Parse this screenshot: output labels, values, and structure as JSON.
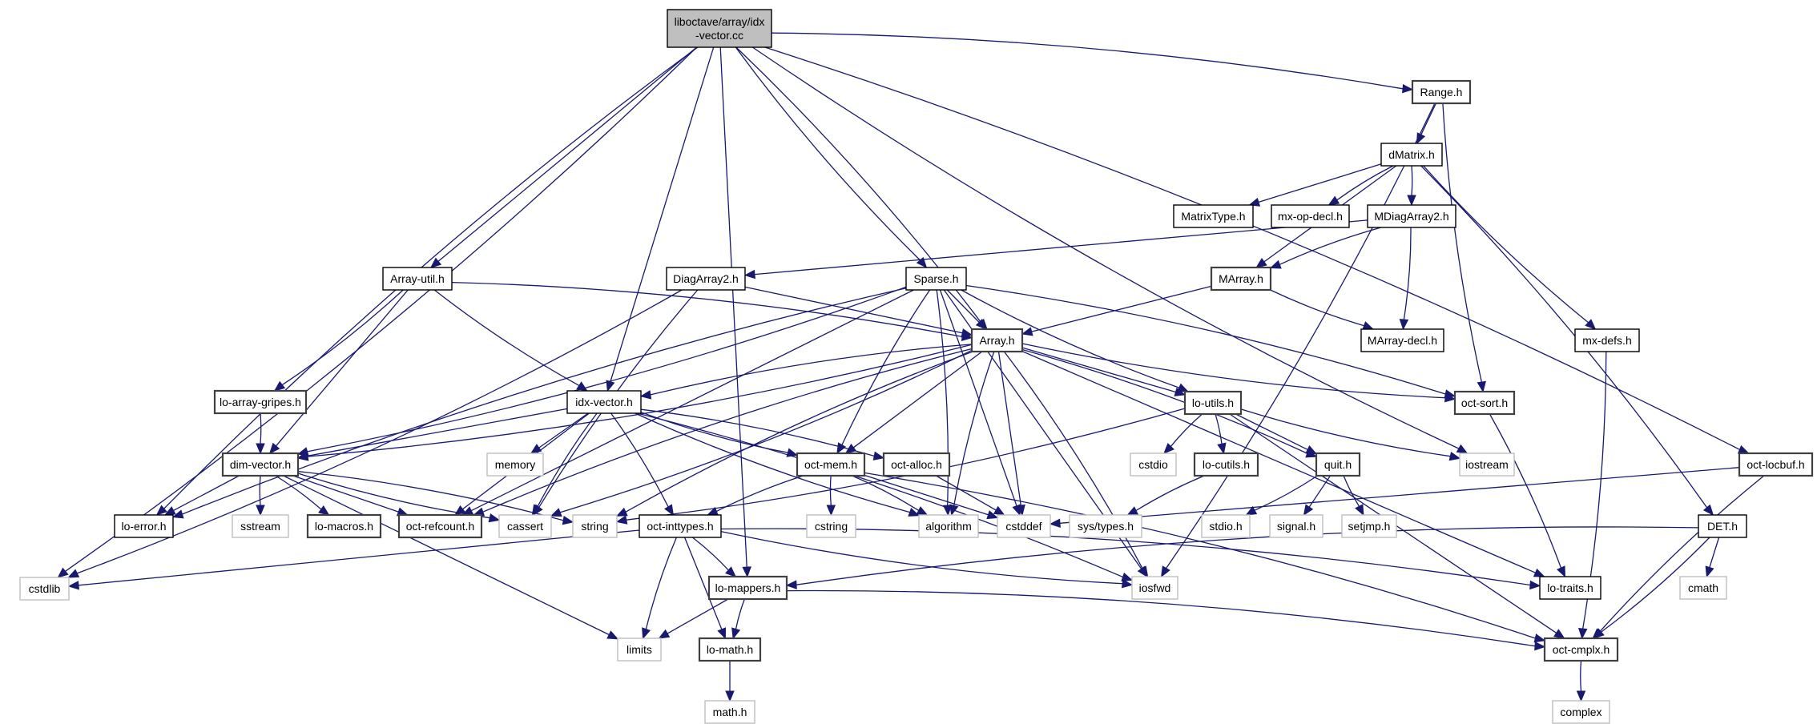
{
  "title": "Include dependency graph for idx-vector.cc",
  "colors": {
    "edge": "#191970",
    "root_fill": "#bfbfbf",
    "local_border": "#000000",
    "system_border": "#bfbfbf"
  },
  "nodes": [
    {
      "id": "root",
      "label": [
        "liboctave/array/idx",
        "-vector.cc"
      ],
      "kind": "root"
    },
    {
      "id": "Range_h",
      "label": [
        "Range.h"
      ],
      "kind": "local"
    },
    {
      "id": "dMatrix_h",
      "label": [
        "dMatrix.h"
      ],
      "kind": "local"
    },
    {
      "id": "MatrixType_h",
      "label": [
        "MatrixType.h"
      ],
      "kind": "local"
    },
    {
      "id": "mx_op_decl_h",
      "label": [
        "mx-op-decl.h"
      ],
      "kind": "local"
    },
    {
      "id": "MDiagArray2_h",
      "label": [
        "MDiagArray2.h"
      ],
      "kind": "local"
    },
    {
      "id": "Array_util_h",
      "label": [
        "Array-util.h"
      ],
      "kind": "local"
    },
    {
      "id": "DiagArray2_h",
      "label": [
        "DiagArray2.h"
      ],
      "kind": "local"
    },
    {
      "id": "Sparse_h",
      "label": [
        "Sparse.h"
      ],
      "kind": "local"
    },
    {
      "id": "MArray_h",
      "label": [
        "MArray.h"
      ],
      "kind": "local"
    },
    {
      "id": "Array_h",
      "label": [
        "Array.h"
      ],
      "kind": "local"
    },
    {
      "id": "MArray_decl_h",
      "label": [
        "MArray-decl.h"
      ],
      "kind": "local"
    },
    {
      "id": "mx_defs_h",
      "label": [
        "mx-defs.h"
      ],
      "kind": "local"
    },
    {
      "id": "lo_array_gripes_h",
      "label": [
        "lo-array-gripes.h"
      ],
      "kind": "local"
    },
    {
      "id": "idx_vector_h",
      "label": [
        "idx-vector.h"
      ],
      "kind": "local"
    },
    {
      "id": "lo_utils_h",
      "label": [
        "lo-utils.h"
      ],
      "kind": "local"
    },
    {
      "id": "oct_sort_h",
      "label": [
        "oct-sort.h"
      ],
      "kind": "local"
    },
    {
      "id": "dim_vector_h",
      "label": [
        "dim-vector.h"
      ],
      "kind": "local"
    },
    {
      "id": "memory",
      "label": [
        "memory"
      ],
      "kind": "system"
    },
    {
      "id": "oct_mem_h",
      "label": [
        "oct-mem.h"
      ],
      "kind": "local"
    },
    {
      "id": "oct_alloc_h",
      "label": [
        "oct-alloc.h"
      ],
      "kind": "local"
    },
    {
      "id": "cstdio",
      "label": [
        "cstdio"
      ],
      "kind": "system"
    },
    {
      "id": "lo_cutils_h",
      "label": [
        "lo-cutils.h"
      ],
      "kind": "local"
    },
    {
      "id": "quit_h",
      "label": [
        "quit.h"
      ],
      "kind": "local"
    },
    {
      "id": "iostream",
      "label": [
        "iostream"
      ],
      "kind": "system"
    },
    {
      "id": "oct_locbuf_h",
      "label": [
        "oct-locbuf.h"
      ],
      "kind": "local"
    },
    {
      "id": "lo_error_h",
      "label": [
        "lo-error.h"
      ],
      "kind": "local"
    },
    {
      "id": "sstream",
      "label": [
        "sstream"
      ],
      "kind": "system"
    },
    {
      "id": "lo_macros_h",
      "label": [
        "lo-macros.h"
      ],
      "kind": "local"
    },
    {
      "id": "oct_refcount_h",
      "label": [
        "oct-refcount.h"
      ],
      "kind": "local"
    },
    {
      "id": "cassert",
      "label": [
        "cassert"
      ],
      "kind": "system"
    },
    {
      "id": "string",
      "label": [
        "string"
      ],
      "kind": "system"
    },
    {
      "id": "oct_inttypes_h",
      "label": [
        "oct-inttypes.h"
      ],
      "kind": "local"
    },
    {
      "id": "cstring",
      "label": [
        "cstring"
      ],
      "kind": "system"
    },
    {
      "id": "algorithm",
      "label": [
        "algorithm"
      ],
      "kind": "system"
    },
    {
      "id": "cstddef",
      "label": [
        "cstddef"
      ],
      "kind": "system"
    },
    {
      "id": "sys_types_h",
      "label": [
        "sys/types.h"
      ],
      "kind": "system"
    },
    {
      "id": "stdio_h",
      "label": [
        "stdio.h"
      ],
      "kind": "system"
    },
    {
      "id": "signal_h",
      "label": [
        "signal.h"
      ],
      "kind": "system"
    },
    {
      "id": "setjmp_h",
      "label": [
        "setjmp.h"
      ],
      "kind": "system"
    },
    {
      "id": "DET_h",
      "label": [
        "DET.h"
      ],
      "kind": "local"
    },
    {
      "id": "cstdlib",
      "label": [
        "cstdlib"
      ],
      "kind": "system"
    },
    {
      "id": "lo_mappers_h",
      "label": [
        "lo-mappers.h"
      ],
      "kind": "local"
    },
    {
      "id": "iosfwd",
      "label": [
        "iosfwd"
      ],
      "kind": "system"
    },
    {
      "id": "lo_traits_h",
      "label": [
        "lo-traits.h"
      ],
      "kind": "local"
    },
    {
      "id": "cmath",
      "label": [
        "cmath"
      ],
      "kind": "system"
    },
    {
      "id": "limits",
      "label": [
        "limits"
      ],
      "kind": "system"
    },
    {
      "id": "lo_math_h",
      "label": [
        "lo-math.h"
      ],
      "kind": "local"
    },
    {
      "id": "oct_cmplx_h",
      "label": [
        "oct-cmplx.h"
      ],
      "kind": "local"
    },
    {
      "id": "math_h",
      "label": [
        "math.h"
      ],
      "kind": "system"
    },
    {
      "id": "complex",
      "label": [
        "complex"
      ],
      "kind": "system"
    }
  ],
  "edges": [
    [
      "root",
      "Range_h"
    ],
    [
      "root",
      "Array_util_h"
    ],
    [
      "root",
      "Sparse_h"
    ],
    [
      "root",
      "Array_h"
    ],
    [
      "root",
      "idx_vector_h"
    ],
    [
      "root",
      "lo_error_h"
    ],
    [
      "root",
      "cstdlib"
    ],
    [
      "root",
      "lo_mappers_h"
    ],
    [
      "root",
      "iostream"
    ],
    [
      "root",
      "oct_locbuf_h"
    ],
    [
      "Range_h",
      "dMatrix_h"
    ],
    [
      "Range_h",
      "oct_sort_h"
    ],
    [
      "Range_h",
      "iosfwd"
    ],
    [
      "dMatrix_h",
      "MatrixType_h"
    ],
    [
      "dMatrix_h",
      "mx_op_decl_h"
    ],
    [
      "dMatrix_h",
      "MDiagArray2_h"
    ],
    [
      "dMatrix_h",
      "MArray_h"
    ],
    [
      "dMatrix_h",
      "mx_defs_h"
    ],
    [
      "dMatrix_h",
      "DET_h"
    ],
    [
      "MDiagArray2_h",
      "DiagArray2_h"
    ],
    [
      "MDiagArray2_h",
      "MArray_h"
    ],
    [
      "MDiagArray2_h",
      "MArray_decl_h"
    ],
    [
      "MArray_h",
      "Array_h"
    ],
    [
      "MArray_h",
      "MArray_decl_h"
    ],
    [
      "Array_util_h",
      "Array_h"
    ],
    [
      "Array_util_h",
      "dim_vector_h"
    ],
    [
      "Array_util_h",
      "idx_vector_h"
    ],
    [
      "Array_util_h",
      "lo_array_gripes_h"
    ],
    [
      "DiagArray2_h",
      "Array_h"
    ],
    [
      "DiagArray2_h",
      "cassert"
    ],
    [
      "DiagArray2_h",
      "cstdlib"
    ],
    [
      "Sparse_h",
      "Array_h"
    ],
    [
      "Sparse_h",
      "lo_error_h"
    ],
    [
      "Sparse_h",
      "dim_vector_h"
    ],
    [
      "Sparse_h",
      "oct_refcount_h"
    ],
    [
      "Sparse_h",
      "oct_mem_h"
    ],
    [
      "Sparse_h",
      "algorithm"
    ],
    [
      "Sparse_h",
      "cstddef"
    ],
    [
      "Sparse_h",
      "lo_utils_h"
    ],
    [
      "Sparse_h",
      "oct_sort_h"
    ],
    [
      "Sparse_h",
      "iosfwd"
    ],
    [
      "Array_h",
      "idx_vector_h"
    ],
    [
      "Array_h",
      "dim_vector_h"
    ],
    [
      "Array_h",
      "lo_utils_h"
    ],
    [
      "Array_h",
      "oct_sort_h"
    ],
    [
      "Array_h",
      "quit_h"
    ],
    [
      "Array_h",
      "oct_mem_h"
    ],
    [
      "Array_h",
      "oct_refcount_h"
    ],
    [
      "Array_h",
      "cassert"
    ],
    [
      "Array_h",
      "cstddef"
    ],
    [
      "Array_h",
      "algorithm"
    ],
    [
      "Array_h",
      "iosfwd"
    ],
    [
      "Array_h",
      "lo_traits_h"
    ],
    [
      "Array_h",
      "string"
    ],
    [
      "lo_array_gripes_h",
      "dim_vector_h"
    ],
    [
      "idx_vector_h",
      "dim_vector_h"
    ],
    [
      "idx_vector_h",
      "oct_mem_h"
    ],
    [
      "idx_vector_h",
      "oct_alloc_h"
    ],
    [
      "idx_vector_h",
      "memory"
    ],
    [
      "idx_vector_h",
      "cassert"
    ],
    [
      "idx_vector_h",
      "oct_inttypes_h"
    ],
    [
      "idx_vector_h",
      "oct_refcount_h"
    ],
    [
      "idx_vector_h",
      "algorithm"
    ],
    [
      "idx_vector_h",
      "iosfwd"
    ],
    [
      "dim_vector_h",
      "lo_error_h"
    ],
    [
      "dim_vector_h",
      "sstream"
    ],
    [
      "dim_vector_h",
      "lo_macros_h"
    ],
    [
      "dim_vector_h",
      "oct_refcount_h"
    ],
    [
      "dim_vector_h",
      "cassert"
    ],
    [
      "dim_vector_h",
      "string"
    ],
    [
      "dim_vector_h",
      "limits"
    ],
    [
      "oct_mem_h",
      "cstring"
    ],
    [
      "oct_mem_h",
      "algorithm"
    ],
    [
      "oct_mem_h",
      "cstddef"
    ],
    [
      "oct_mem_h",
      "oct_inttypes_h"
    ],
    [
      "oct_mem_h",
      "oct_cmplx_h"
    ],
    [
      "oct_alloc_h",
      "cstddef"
    ],
    [
      "lo_utils_h",
      "cstdio"
    ],
    [
      "lo_utils_h",
      "lo_cutils_h"
    ],
    [
      "lo_utils_h",
      "quit_h"
    ],
    [
      "lo_utils_h",
      "iostream"
    ],
    [
      "lo_utils_h",
      "string"
    ],
    [
      "lo_utils_h",
      "oct_cmplx_h"
    ],
    [
      "lo_cutils_h",
      "sys_types_h"
    ],
    [
      "quit_h",
      "stdio_h"
    ],
    [
      "quit_h",
      "signal_h"
    ],
    [
      "quit_h",
      "setjmp_h"
    ],
    [
      "oct_sort_h",
      "lo_traits_h"
    ],
    [
      "oct_locbuf_h",
      "cstddef"
    ],
    [
      "oct_locbuf_h",
      "oct_cmplx_h"
    ],
    [
      "mx_defs_h",
      "oct_cmplx_h"
    ],
    [
      "oct_inttypes_h",
      "cstdlib"
    ],
    [
      "oct_inttypes_h",
      "limits"
    ],
    [
      "oct_inttypes_h",
      "lo_mappers_h"
    ],
    [
      "oct_inttypes_h",
      "lo_math_h"
    ],
    [
      "oct_inttypes_h",
      "iosfwd"
    ],
    [
      "oct_inttypes_h",
      "lo_traits_h"
    ],
    [
      "DET_h",
      "cmath"
    ],
    [
      "DET_h",
      "lo_mappers_h"
    ],
    [
      "DET_h",
      "oct_cmplx_h"
    ],
    [
      "lo_mappers_h",
      "limits"
    ],
    [
      "lo_mappers_h",
      "lo_math_h"
    ],
    [
      "lo_mappers_h",
      "oct_cmplx_h"
    ],
    [
      "lo_math_h",
      "math_h"
    ],
    [
      "oct_cmplx_h",
      "complex"
    ]
  ]
}
